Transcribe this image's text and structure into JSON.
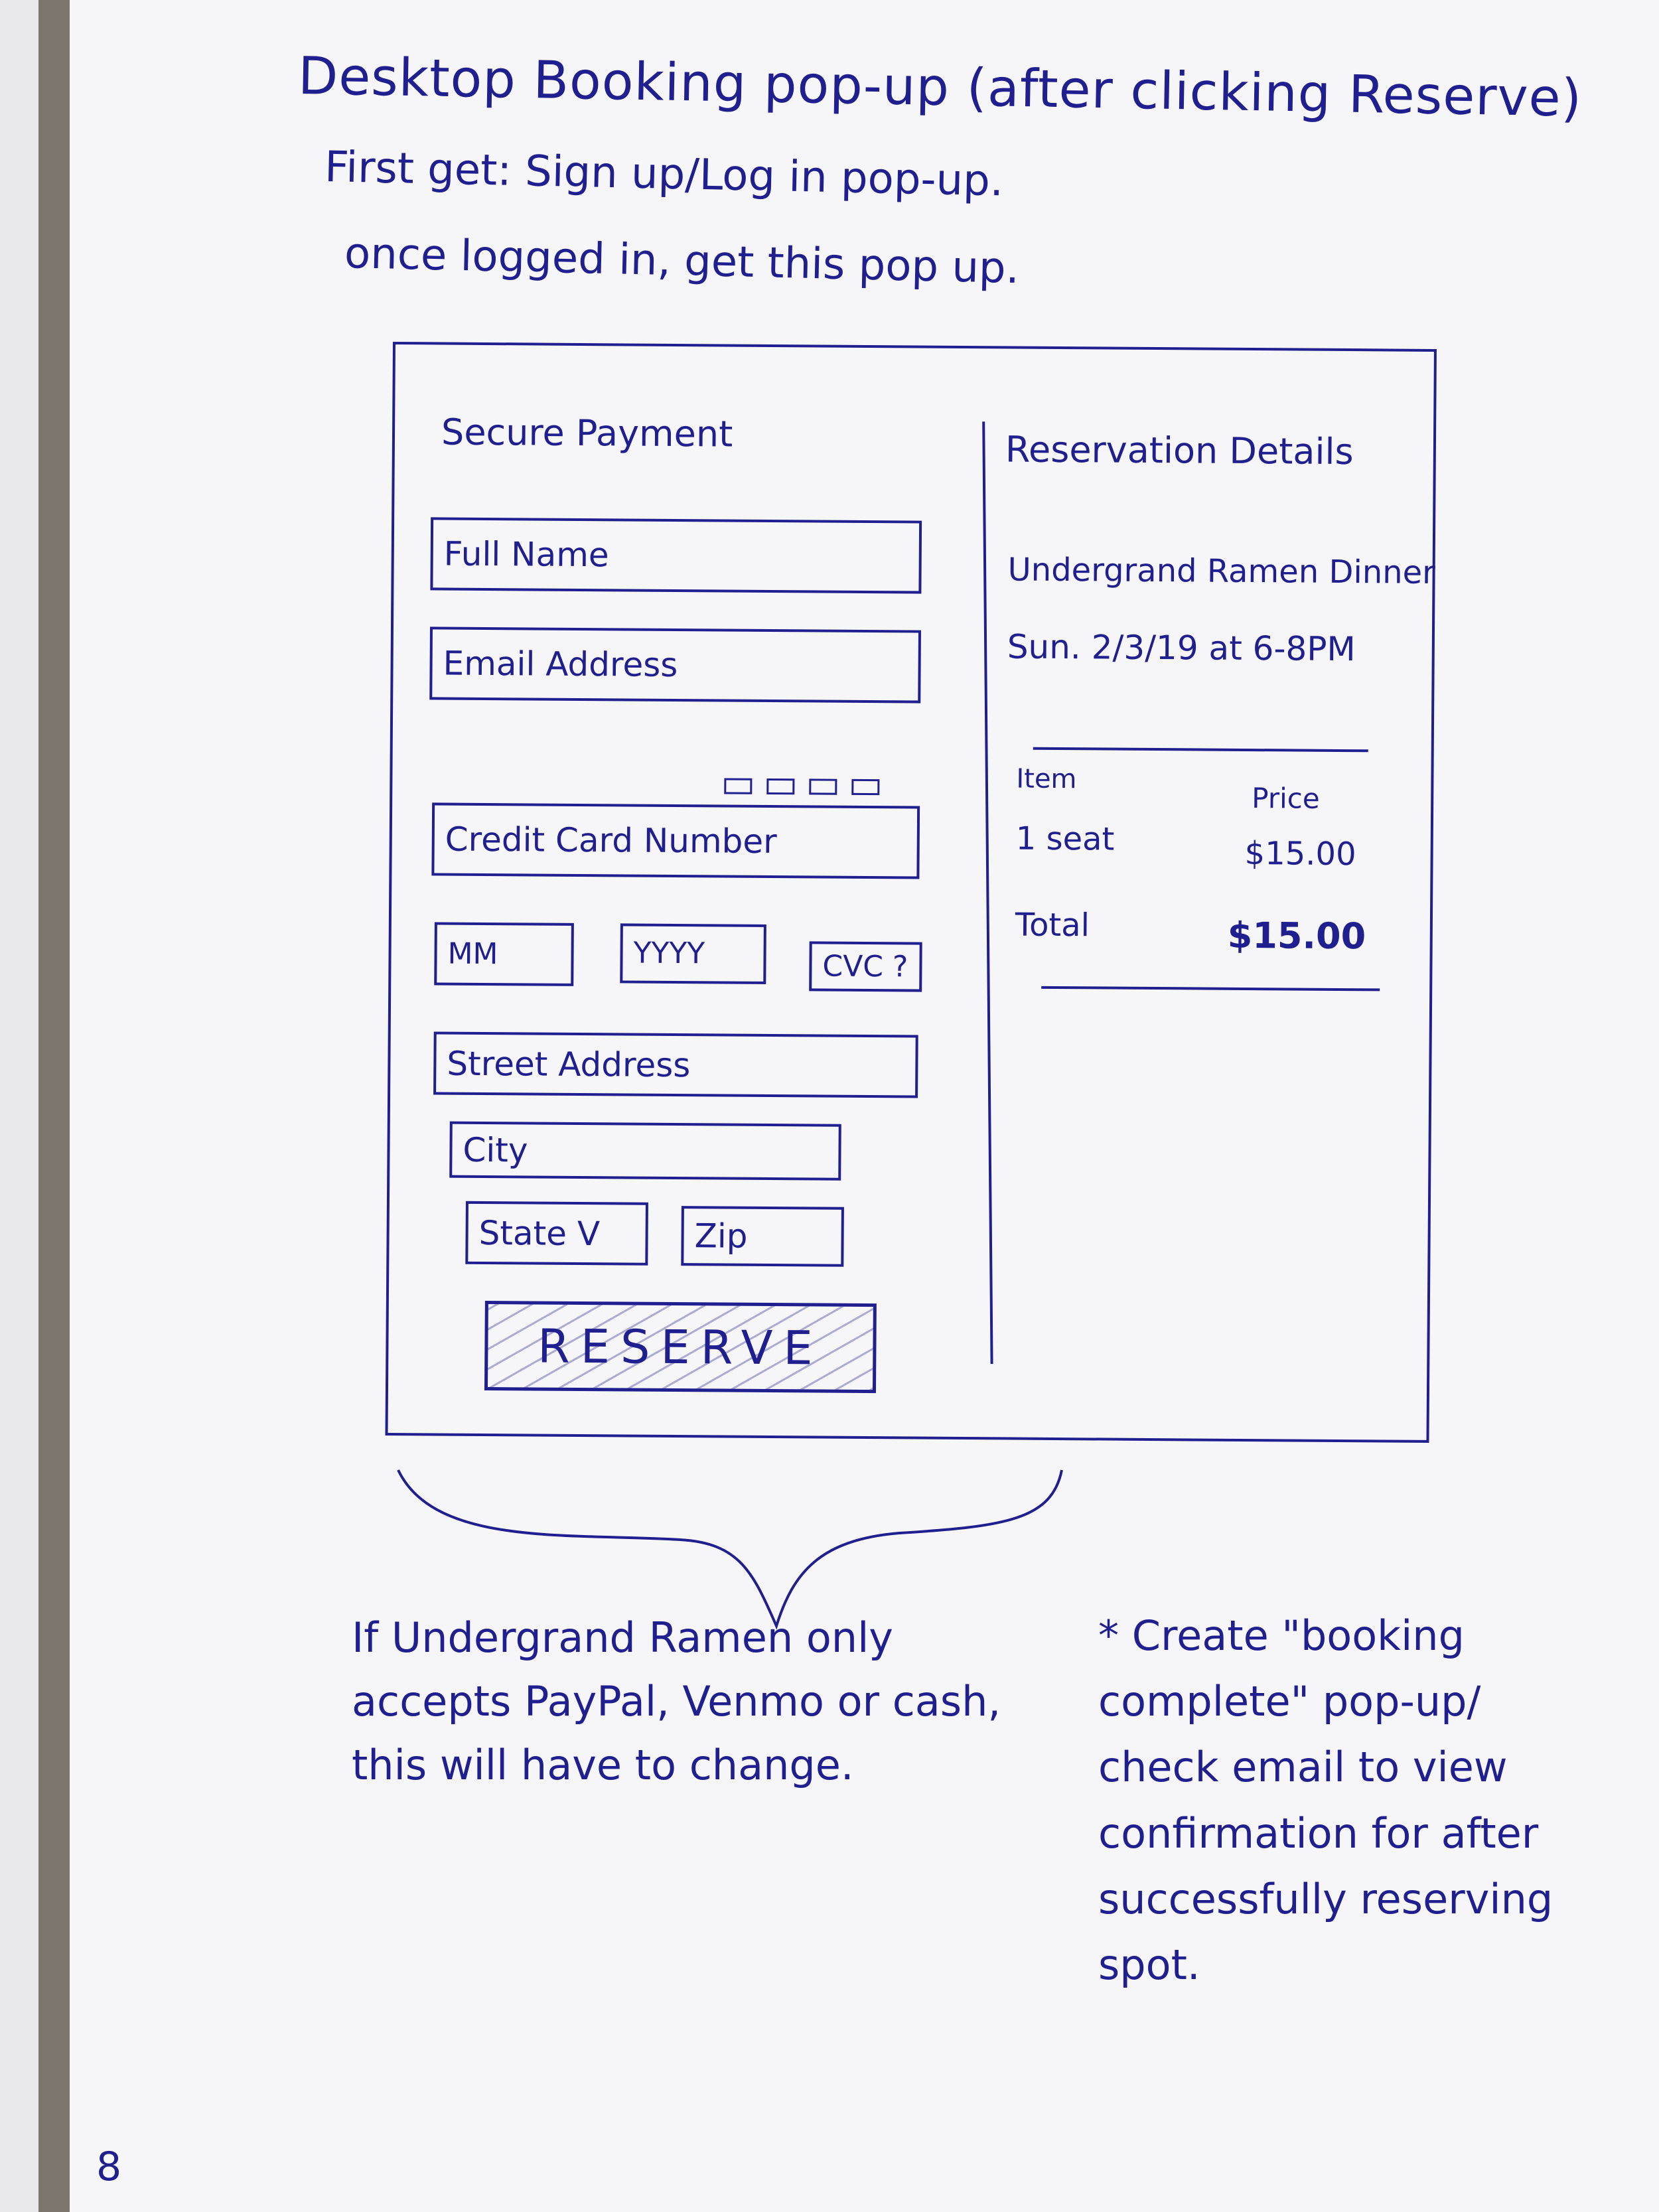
{
  "header": {
    "title": "Desktop Booking pop-up (after clicking Reserve)",
    "line1": "First get: Sign up/Log in pop-up.",
    "line2": "once logged in, get this pop up."
  },
  "payment": {
    "title": "Secure Payment",
    "full_name": "Full Name",
    "email": "Email Address",
    "card_number": "Credit Card Number",
    "mm": "MM",
    "yyyy": "YYYY",
    "cvc": "CVC ?",
    "street": "Street Address",
    "city": "City",
    "state": "State V",
    "zip": "Zip",
    "reserve": "RESERVE"
  },
  "details": {
    "title": "Reservation Details",
    "event": "Undergrand Ramen Dinner",
    "datetime": "Sun. 2/3/19 at 6-8PM",
    "item_header": "Item",
    "price_header": "Price",
    "item": "1 seat",
    "item_price": "$15.00",
    "total_label": "Total",
    "total_value": "$15.00"
  },
  "notes": {
    "left": "If Undergrand Ramen only accepts PayPal, Venmo or cash, this will have to change.",
    "right": "* Create \"booking complete\" pop-up/ check email to view confirmation for after successfully reserving spot."
  },
  "page_number": "8",
  "icons": {
    "card_brands": "card-brand-icons",
    "brace": "curly-brace"
  }
}
